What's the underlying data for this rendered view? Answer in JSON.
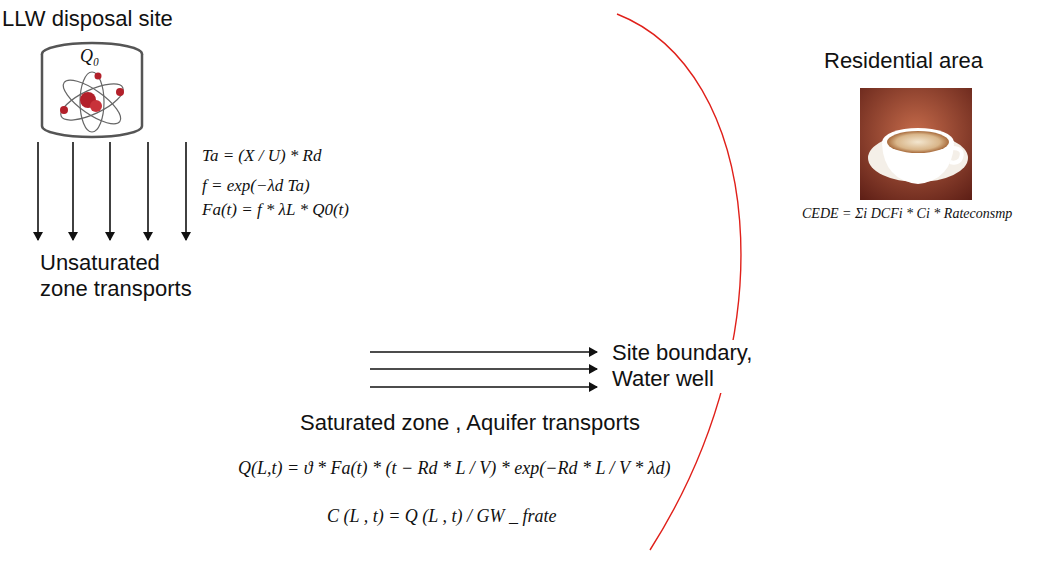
{
  "diagram": {
    "nodes": [
      {
        "text": [
          "LLW disposal site",
          "Q₀"
        ]
      },
      {
        "text": [
          "Residential area"
        ]
      }
    ],
    "labels": [
      "Ta = (X / U) * Rd",
      "f = exp(−λd Ta)",
      "Fa(t) = f * λL * Q0(t)",
      "Unsaturated zone transports",
      "Site boundary, Water well",
      "Saturated zone , Aquifer transports",
      "Q(L,t) = ϑ * Fa(t) * (t − Rd * L / V) * exp(−Rd * L / V * λd)",
      "C (L , t) = Q (L , t) / GW _ frate",
      "CEDE = Σi DCFi * Ci * Rateconsmp"
    ]
  }
}
